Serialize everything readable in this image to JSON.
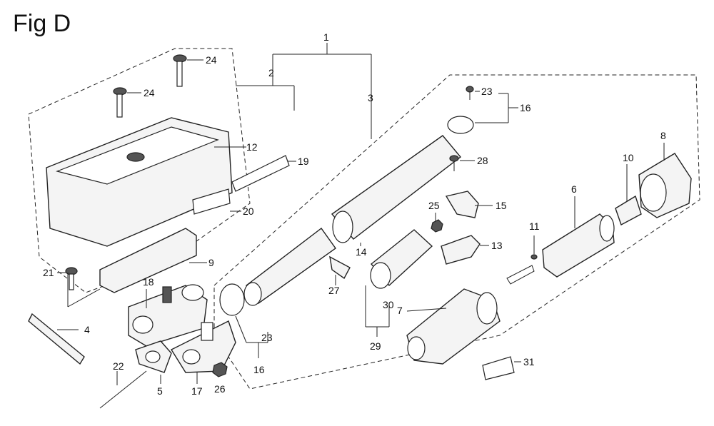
{
  "figure": {
    "title": "Fig D"
  },
  "callouts": [
    "1",
    "2",
    "3",
    "24",
    "24",
    "12",
    "19",
    "20",
    "9",
    "21",
    "18",
    "4",
    "22",
    "5",
    "17",
    "26",
    "23",
    "16",
    "27",
    "14",
    "29",
    "30",
    "25",
    "15",
    "13",
    "7",
    "31",
    "23",
    "16",
    "28",
    "11",
    "6",
    "10",
    "8"
  ]
}
